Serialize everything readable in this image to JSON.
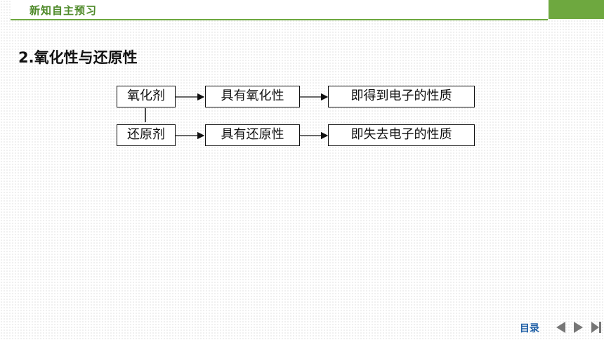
{
  "header": {
    "section_title": "新知自主预习"
  },
  "main": {
    "heading": "2.氧化性与还原性",
    "diagram": {
      "rows": [
        {
          "agent": "氧化剂",
          "property": "具有氧化性",
          "meaning": "即得到电子的性质"
        },
        {
          "agent": "还原剂",
          "property": "具有还原性",
          "meaning": "即失去电子的性质"
        }
      ]
    }
  },
  "nav": {
    "toc_label": "目录"
  },
  "colors": {
    "accent_green": "#6ea83f",
    "nav_blue": "#1f5fa6",
    "nav_gray": "#777777"
  },
  "icons": {
    "prev": "prev-triangle-icon",
    "next": "next-triangle-icon",
    "last": "last-page-icon"
  }
}
